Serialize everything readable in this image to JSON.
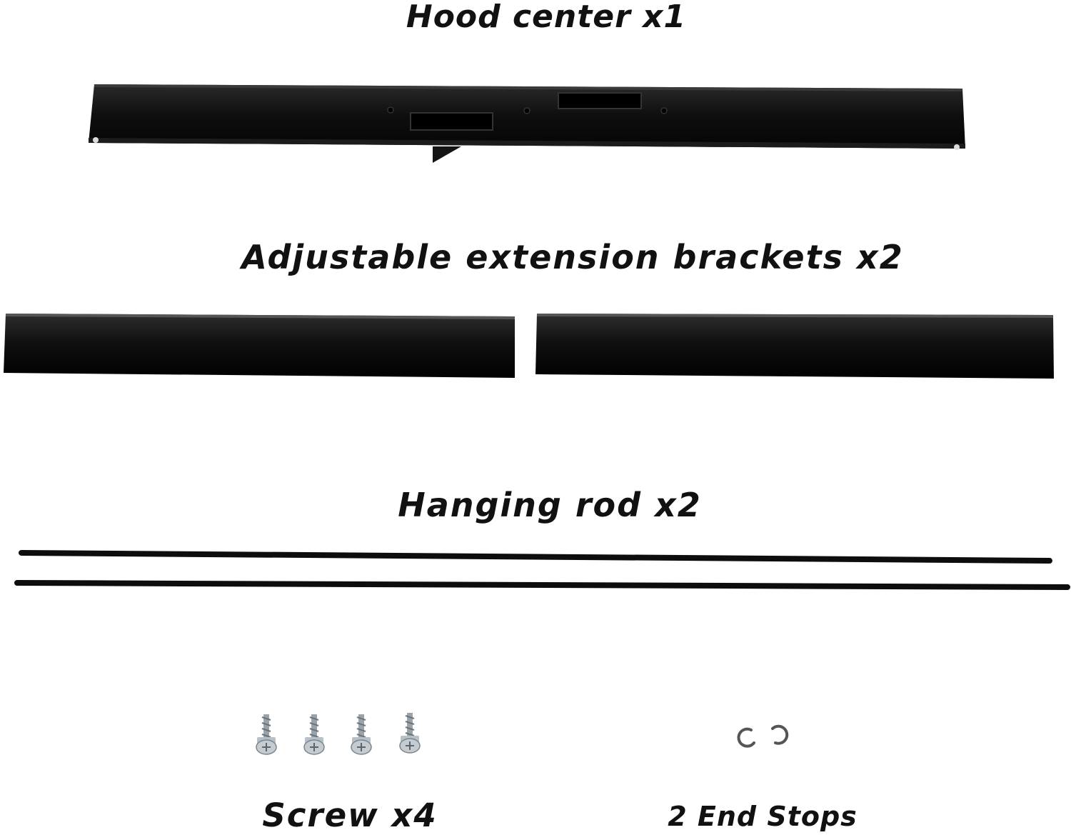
{
  "labels": {
    "hood_center": "Hood center x1",
    "extension_brackets": "Adjustable extension brackets x2",
    "hanging_rod": "Hanging rod x2",
    "screw": "Screw x4",
    "end_stops": "2 End Stops"
  },
  "colors": {
    "part_black": "#0b0b0b",
    "background": "#ffffff",
    "screw_metal": "#a9b2b8"
  }
}
